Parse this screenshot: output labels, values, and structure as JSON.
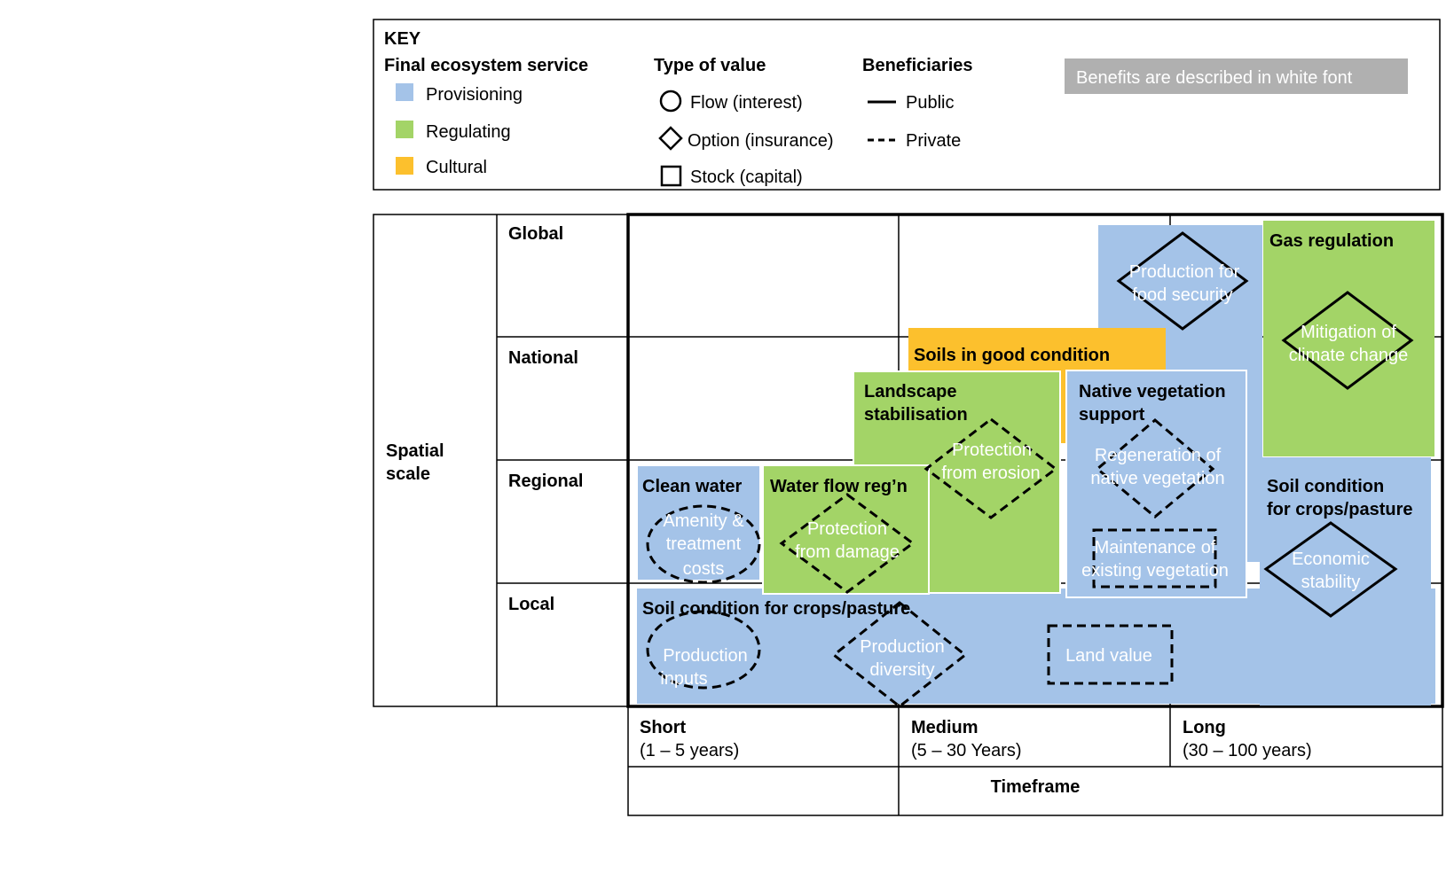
{
  "key": {
    "title": "KEY",
    "service_heading": "Final ecosystem service",
    "services": [
      {
        "label": "Provisioning",
        "color": "#a4c3e8"
      },
      {
        "label": "Regulating",
        "color": "#a3d467"
      },
      {
        "label": "Cultural",
        "color": "#fcc02d"
      }
    ],
    "value_heading": "Type of value",
    "values": [
      {
        "label": "Flow (interest)",
        "shape": "circle"
      },
      {
        "label": "Option (insurance)",
        "shape": "diamond"
      },
      {
        "label": "Stock (capital)",
        "shape": "square"
      }
    ],
    "beneficiary_heading": "Beneficiaries",
    "beneficiaries": [
      {
        "label": "Public",
        "line": "solid"
      },
      {
        "label": "Private",
        "line": "dashed"
      }
    ],
    "note": "Benefits are described in white font",
    "note_color": "#b0b0b0"
  },
  "axes": {
    "spatial_label": [
      "Spatial",
      "scale"
    ],
    "spatial_levels": [
      "Global",
      "National",
      "Regional",
      "Local"
    ],
    "time_label": "Timeframe",
    "time_levels": [
      {
        "name": "Short",
        "range": "(1 – 5 years)"
      },
      {
        "name": "Medium",
        "range": "(5 – 30 Years)"
      },
      {
        "name": "Long",
        "range": "(30 – 100 years)"
      }
    ]
  },
  "services": {
    "soil_local": "Soil condition for crops/pasture",
    "soil_long": [
      "Soil condition",
      "for crops/pasture"
    ],
    "clean_water": "Clean water",
    "water_flow": "Water flow reg’n",
    "landscape": [
      "Landscape",
      "stabilisation"
    ],
    "soils_good": "Soils in good condition",
    "native_veg": [
      "Native vegetation",
      "support"
    ],
    "gas_regulation": "Gas regulation"
  },
  "benefits": {
    "production_inputs": [
      "Production",
      "inputs"
    ],
    "production_diversity": [
      "Production",
      "diversity"
    ],
    "land_value": [
      "Land value"
    ],
    "amenity": [
      "Amenity &",
      "treatment",
      "costs"
    ],
    "protection_damage": [
      "Protection",
      "from damage"
    ],
    "protection_erosion": [
      "Protection",
      "from erosion"
    ],
    "regeneration": [
      "Regeneration of",
      "native vegetation"
    ],
    "maintenance": [
      "Maintenance of",
      "existing vegetation"
    ],
    "economic_stability": [
      "Economic",
      "stability"
    ],
    "food_security": [
      "Production for",
      "food security"
    ],
    "climate": [
      "Mitigation of",
      "climate change"
    ]
  }
}
